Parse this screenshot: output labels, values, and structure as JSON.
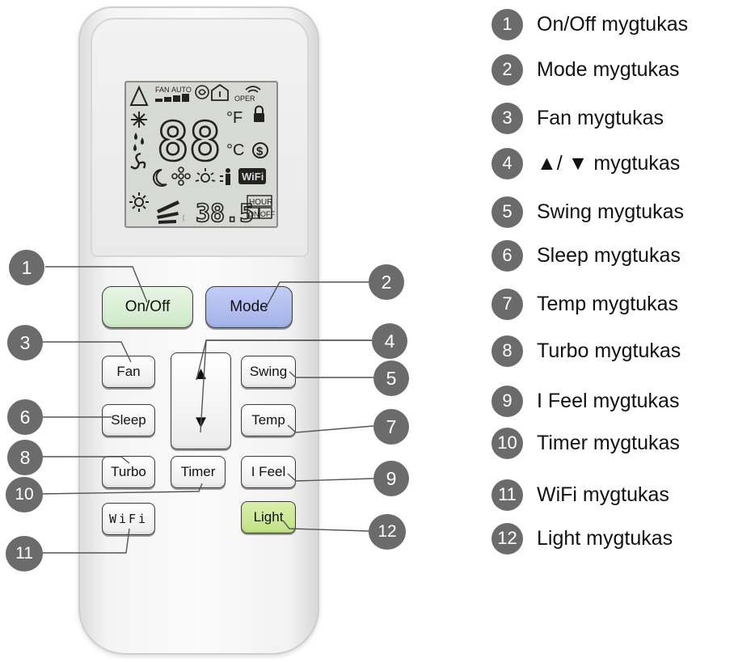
{
  "remote": {
    "lcd": {
      "fan_label": "FAN",
      "auto_label": "AUTO",
      "oper_label": "OPER",
      "temp_digits": "88",
      "unit_f": "°F",
      "unit_c": "°C",
      "wifi_label": "WiFi",
      "timer_digits": "38.5",
      "hour_label": "HOUR",
      "on_label": "ON",
      "off_label": "OFF"
    },
    "buttons": {
      "onoff": "On/Off",
      "mode": "Mode",
      "fan": "Fan",
      "up": "▲",
      "down": "▼",
      "swing": "Swing",
      "sleep": "Sleep",
      "temp": "Temp",
      "turbo": "Turbo",
      "timer": "Timer",
      "ifeel": "I Feel",
      "wifi": "WiFi",
      "light": "Light"
    },
    "colors": {
      "onoff": "#d9efd3",
      "mode": "#b3bff0",
      "light": "#cde89a",
      "callout": "#6b6b6b"
    }
  },
  "callouts": [
    "1",
    "2",
    "3",
    "4",
    "5",
    "6",
    "7",
    "8",
    "9",
    "10",
    "11",
    "12"
  ],
  "legend": [
    {
      "num": "1",
      "text": "On/Off mygtukas"
    },
    {
      "num": "2",
      "text": "Mode mygtukas"
    },
    {
      "num": "3",
      "text": "Fan mygtukas"
    },
    {
      "num": "4",
      "text": "▲/ ▼ mygtukas"
    },
    {
      "num": "5",
      "text": "Swing mygtukas"
    },
    {
      "num": "6",
      "text": "Sleep mygtukas"
    },
    {
      "num": "7",
      "text": "Temp mygtukas"
    },
    {
      "num": "8",
      "text": "Turbo mygtukas"
    },
    {
      "num": "9",
      "text": "I Feel mygtukas"
    },
    {
      "num": "10",
      "text": "Timer mygtukas"
    },
    {
      "num": "11",
      "text": "WiFi mygtukas"
    },
    {
      "num": "12",
      "text": "Light mygtukas"
    }
  ]
}
